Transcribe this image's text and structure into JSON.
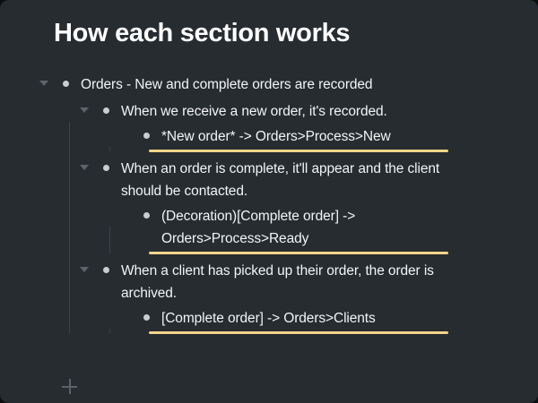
{
  "document": {
    "title": "How each section works",
    "background_color": "#272c31",
    "page_background_color": "#0c0e10",
    "text_color": "#f2f4f5",
    "accent_color": "#f4d48a",
    "bullet_color": "#c9cdd1",
    "guide_color": "#3c4248"
  },
  "outline": {
    "root": {
      "label": "Orders - New and complete orders are recorded",
      "twisty": "triangle-down-icon",
      "bullet": "bullet-dot-icon",
      "children": [
        {
          "label": "When we receive a new order, it's recorded.",
          "twisty": "triangle-down-icon",
          "bullet": "bullet-dot-icon",
          "children": [
            {
              "label": "*New order* -> Orders>Process>New",
              "bullet": "bullet-dot-icon",
              "highlighted": true
            }
          ]
        },
        {
          "label": "When an order is complete, it'll appear and the client should be contacted.",
          "twisty": "triangle-down-icon",
          "bullet": "bullet-dot-icon",
          "children": [
            {
              "label": "(Decoration)[Complete order] -> Orders>Process>Ready",
              "bullet": "bullet-dot-icon",
              "highlighted": true
            }
          ]
        },
        {
          "label": "When a client has picked up their order, the order is archived.",
          "twisty": "triangle-down-icon",
          "bullet": "bullet-dot-icon",
          "children": [
            {
              "label": "[Complete order] -> Orders>Clients",
              "bullet": "bullet-dot-icon",
              "highlighted": true
            }
          ]
        }
      ]
    }
  },
  "footer": {
    "add_icon": "plus-icon"
  }
}
